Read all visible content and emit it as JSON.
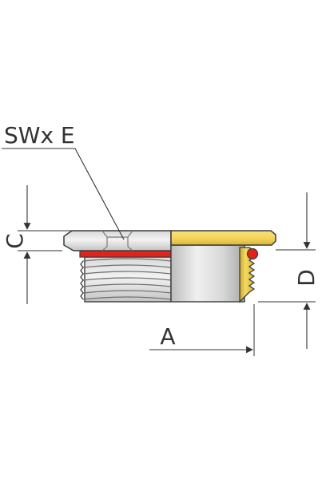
{
  "labels": {
    "hex_size": "SWx E",
    "height_c": "C",
    "thread_length_d": "D",
    "diameter_a": "A"
  },
  "colors": {
    "outline": "#3c3c3c",
    "steel_light": "#eeeeee",
    "steel_dark": "#aaaaaa",
    "brass_light": "#f6df72",
    "brass_dark": "#c9a62c",
    "seal_red": "#e2231a",
    "dimension_line": "#333333"
  }
}
